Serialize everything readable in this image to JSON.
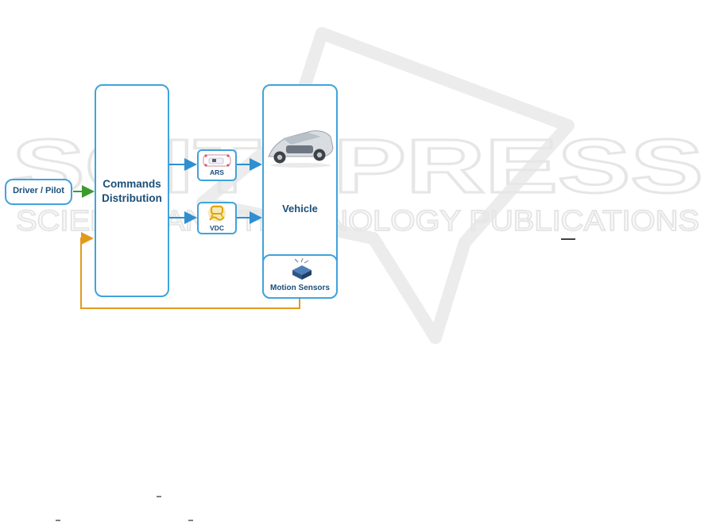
{
  "watermark": {
    "title": "SCITEPRESS",
    "subtitle": "SCIENCE AND TECHNOLOGY PUBLICATIONS"
  },
  "diagram": {
    "input": "Driver / Pilot",
    "distributor": "Commands Distribution",
    "actuators": [
      {
        "label": "ARS",
        "icon": "steering-system-icon"
      },
      {
        "label": "VDC",
        "icon": "stability-control-icon"
      }
    ],
    "plant": "Vehicle",
    "plant_icon": "car-chassis-icon",
    "sensors": "Motion Sensors",
    "sensors_icon": "sensor-unit-icon"
  },
  "colors": {
    "box_border": "#41a3dc",
    "text": "#1b4f7a",
    "input_arrow": "#3c9a2e",
    "command_arrows": "#2f8fd0",
    "feedback": "#e29a1c",
    "watermark": "#ececec"
  }
}
